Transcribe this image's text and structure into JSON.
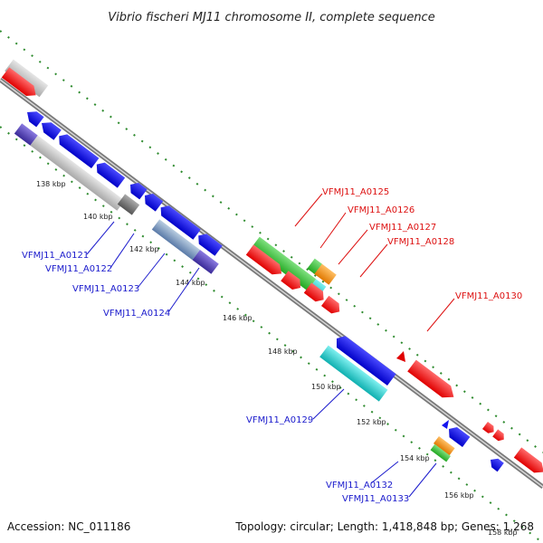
{
  "title": "Vibrio fischeri MJ11 chromosome II, complete sequence",
  "footer": {
    "accession": "Accession: NC_011186",
    "summary": "Topology: circular; Length: 1,418,848 bp; Genes: 1,268"
  },
  "colors": {
    "backbone": "#7a7a7a",
    "tick_dots": "#2e8b2e",
    "label_blue": "#1a1acc",
    "label_red": "#dd1111",
    "gene_red": "#ff1a1a",
    "gene_blue": "#1414ee",
    "gene_gray": "#c8c8c8",
    "gene_green": "#44cc44",
    "gene_cyan": "#22cccc",
    "gene_orange": "#ff9911",
    "gene_purple": "#5a4ab8",
    "gene_darkgray": "#777777"
  },
  "scale_ticks": [
    "138 kbp",
    "140 kbp",
    "142 kbp",
    "144 kbp",
    "146 kbp",
    "148 kbp",
    "150 kbp",
    "152 kbp",
    "154 kbp",
    "156 kbp",
    "158 kbp"
  ],
  "gene_labels": {
    "blue": [
      "VFMJ11_A0121",
      "VFMJ11_A0122",
      "VFMJ11_A0123",
      "VFMJ11_A0124",
      "VFMJ11_A0129",
      "VFMJ11_A0132",
      "VFMJ11_A0133"
    ],
    "red": [
      "VFMJ11_A0125",
      "VFMJ11_A0126",
      "VFMJ11_A0127",
      "VFMJ11_A0128",
      "VFMJ11_A0130"
    ]
  }
}
